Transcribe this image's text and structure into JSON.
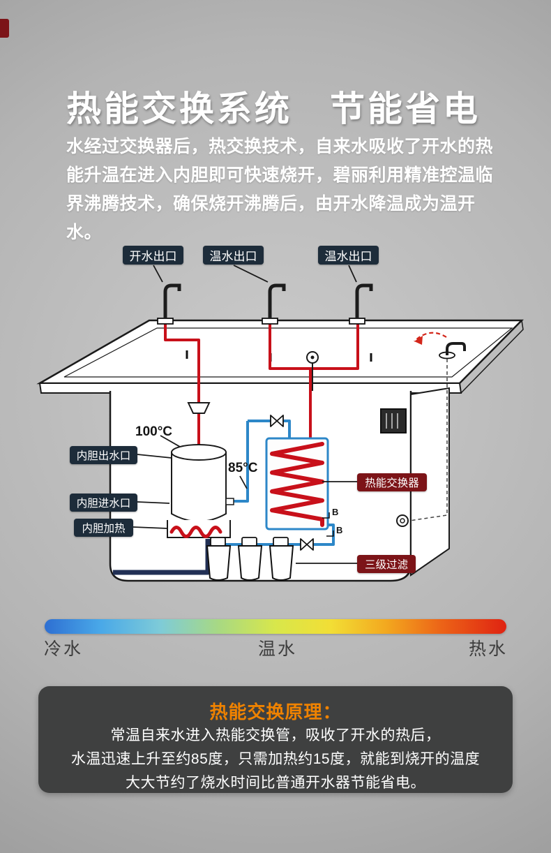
{
  "colors": {
    "accent_orange": "#ef8200",
    "pipe_hot": "#c8101a",
    "pipe_cold": "#2d87c8",
    "label_navy": "#1d2c3a",
    "label_dark_red": "#7c1418",
    "bar_gradient": [
      "#2e6fd2",
      "#49a8e8",
      "#7ecbd8",
      "#a9d981",
      "#d8e74b",
      "#f2de35",
      "#f3a81f",
      "#ec6317",
      "#df2312"
    ]
  },
  "header": {
    "title": "热能交换系统　节能省电",
    "paragraph": "水经过交换器后，热交换技术，自来水吸收了开水的热能升温在进入内胆即可快速烧开，碧丽利用精准控温临界沸腾技术，确保烧开沸腾后，由开水降温成为温开水。"
  },
  "diagram": {
    "outlets": [
      {
        "label": "开水出口"
      },
      {
        "label": "温水出口"
      },
      {
        "label": "温水出口"
      }
    ],
    "parts": {
      "tank_outlet": "内胆出水口",
      "tank_inlet": "内胆进水口",
      "tank_heater": "内胆加热",
      "heat_exchanger": "热能交换器",
      "filter": "三级过滤"
    },
    "temps": {
      "boiling": "100°C",
      "preheated": "85°C"
    },
    "connectors": {
      "b1": "B",
      "b2": "B"
    }
  },
  "bar": {
    "cold": "冷水",
    "warm": "温水",
    "hot": "热水"
  },
  "principle": {
    "title": "热能交换原理：",
    "line1": "常温自来水进入热能交换管，吸收了开水的热后，",
    "line2": "水温迅速上升至约85度，只需加热约15度，就能到烧开的温度",
    "line3": "大大节约了烧水时间比普通开水器节能省电。"
  }
}
